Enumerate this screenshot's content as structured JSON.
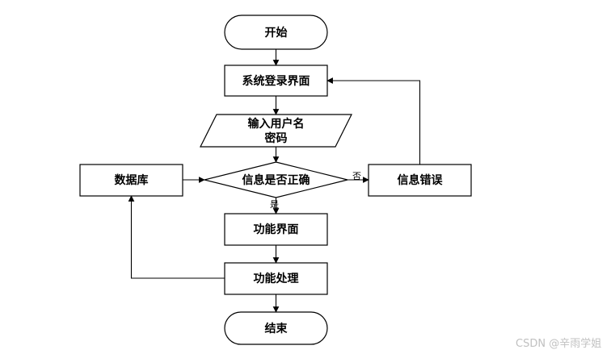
{
  "diagram": {
    "nodes": {
      "start": "开始",
      "login": "系统登录界面",
      "input_line1": "输入用户名",
      "input_line2": "密码",
      "check": "信息是否正确",
      "database": "数据库",
      "error": "信息错误",
      "function_ui": "功能界面",
      "process": "功能处理",
      "end": "结束"
    },
    "edge_labels": {
      "no": "否",
      "yes": "是"
    }
  },
  "watermark": "CSDN @辛雨学姐"
}
